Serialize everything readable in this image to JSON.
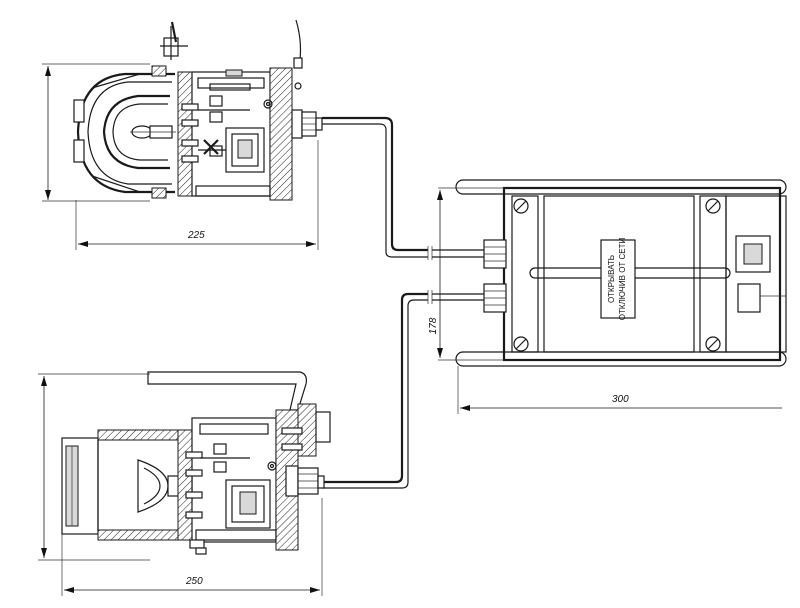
{
  "dimensions": {
    "top_fixture_width": "225",
    "bottom_fixture_width": "250",
    "box_width": "300",
    "box_height": "178"
  },
  "box_label": {
    "line1": "ОТКРЫВАТЬ",
    "line2": "ОТКЛЮЧИВ ОТ СЕТИ"
  }
}
